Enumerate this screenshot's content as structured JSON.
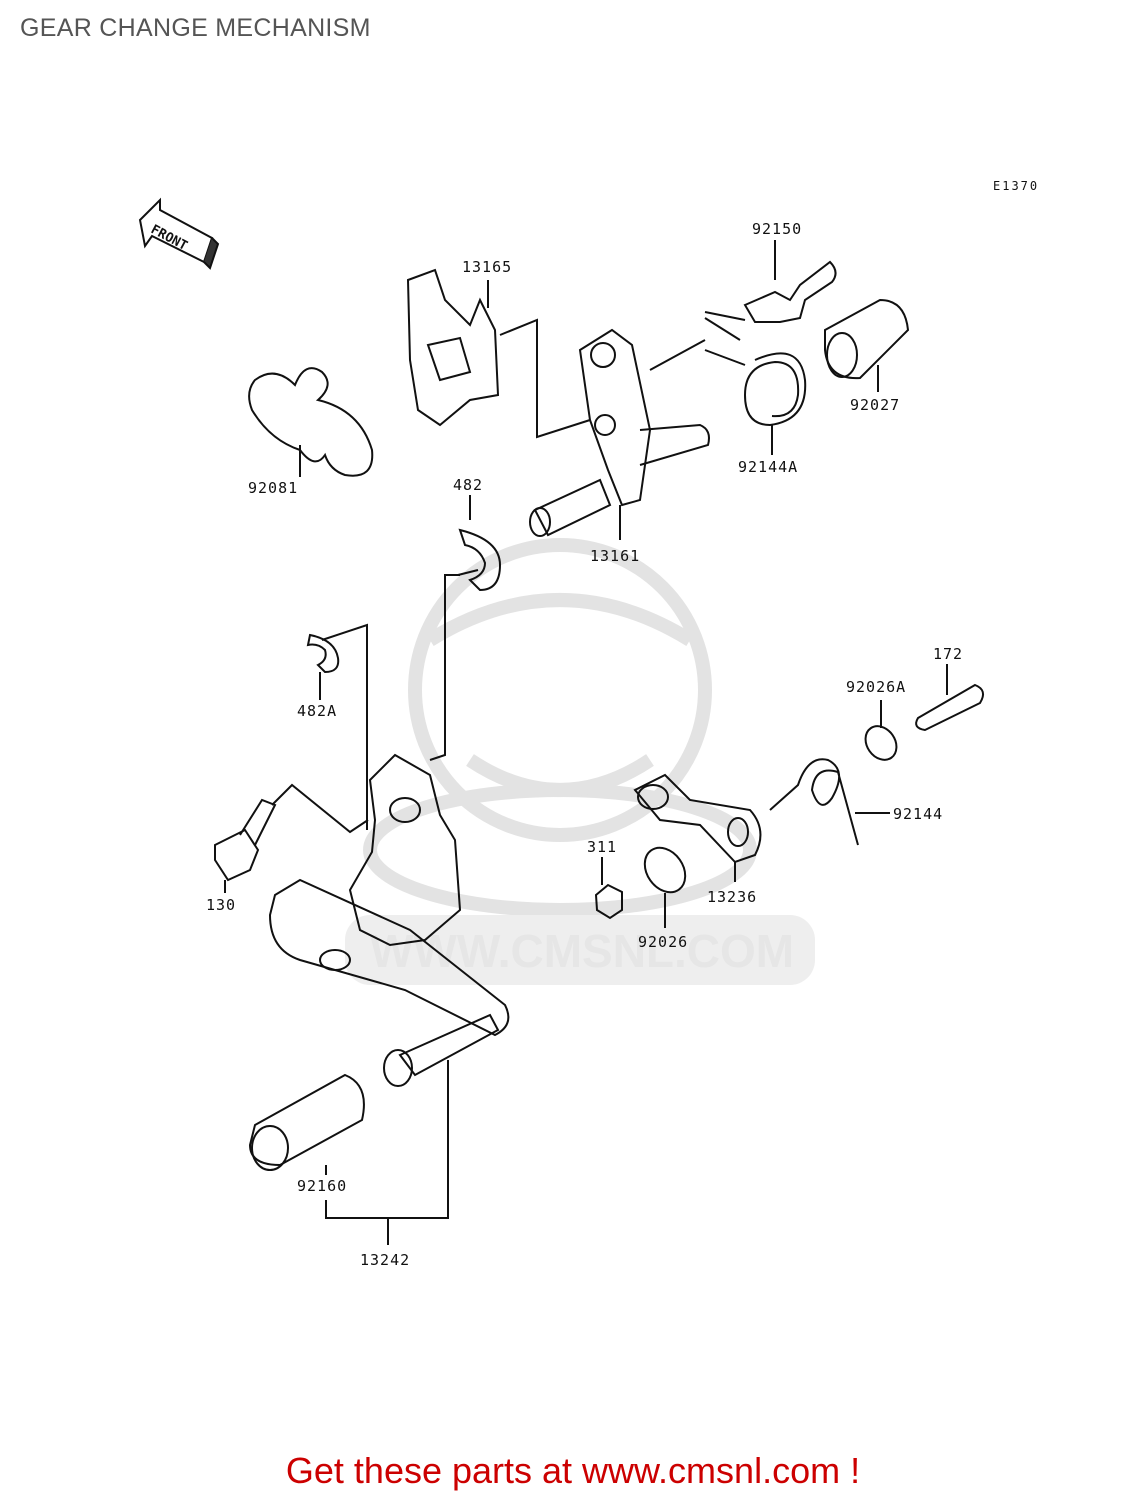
{
  "page": {
    "title": "GEAR CHANGE MECHANISM",
    "footer": "Get these parts at www.cmsnl.com !"
  },
  "diagram": {
    "code": "E1370",
    "front_label": "FRONT",
    "watermark": "WWW.CMSNL.COM",
    "parts": [
      {
        "id": "13165",
        "label": "13165"
      },
      {
        "id": "92150",
        "label": "92150"
      },
      {
        "id": "92027",
        "label": "92027"
      },
      {
        "id": "92144A",
        "label": "92144A"
      },
      {
        "id": "92081",
        "label": "92081"
      },
      {
        "id": "482",
        "label": "482"
      },
      {
        "id": "13161",
        "label": "13161"
      },
      {
        "id": "482A",
        "label": "482A"
      },
      {
        "id": "172",
        "label": "172"
      },
      {
        "id": "92026A",
        "label": "92026A"
      },
      {
        "id": "92144",
        "label": "92144"
      },
      {
        "id": "311",
        "label": "311"
      },
      {
        "id": "13236",
        "label": "13236"
      },
      {
        "id": "92026",
        "label": "92026"
      },
      {
        "id": "130",
        "label": "130"
      },
      {
        "id": "92160",
        "label": "92160"
      },
      {
        "id": "13242",
        "label": "13242"
      }
    ]
  },
  "colors": {
    "title": "#555555",
    "footer": "#cc0000",
    "line": "#111111",
    "watermark": "#e6e6e6"
  }
}
